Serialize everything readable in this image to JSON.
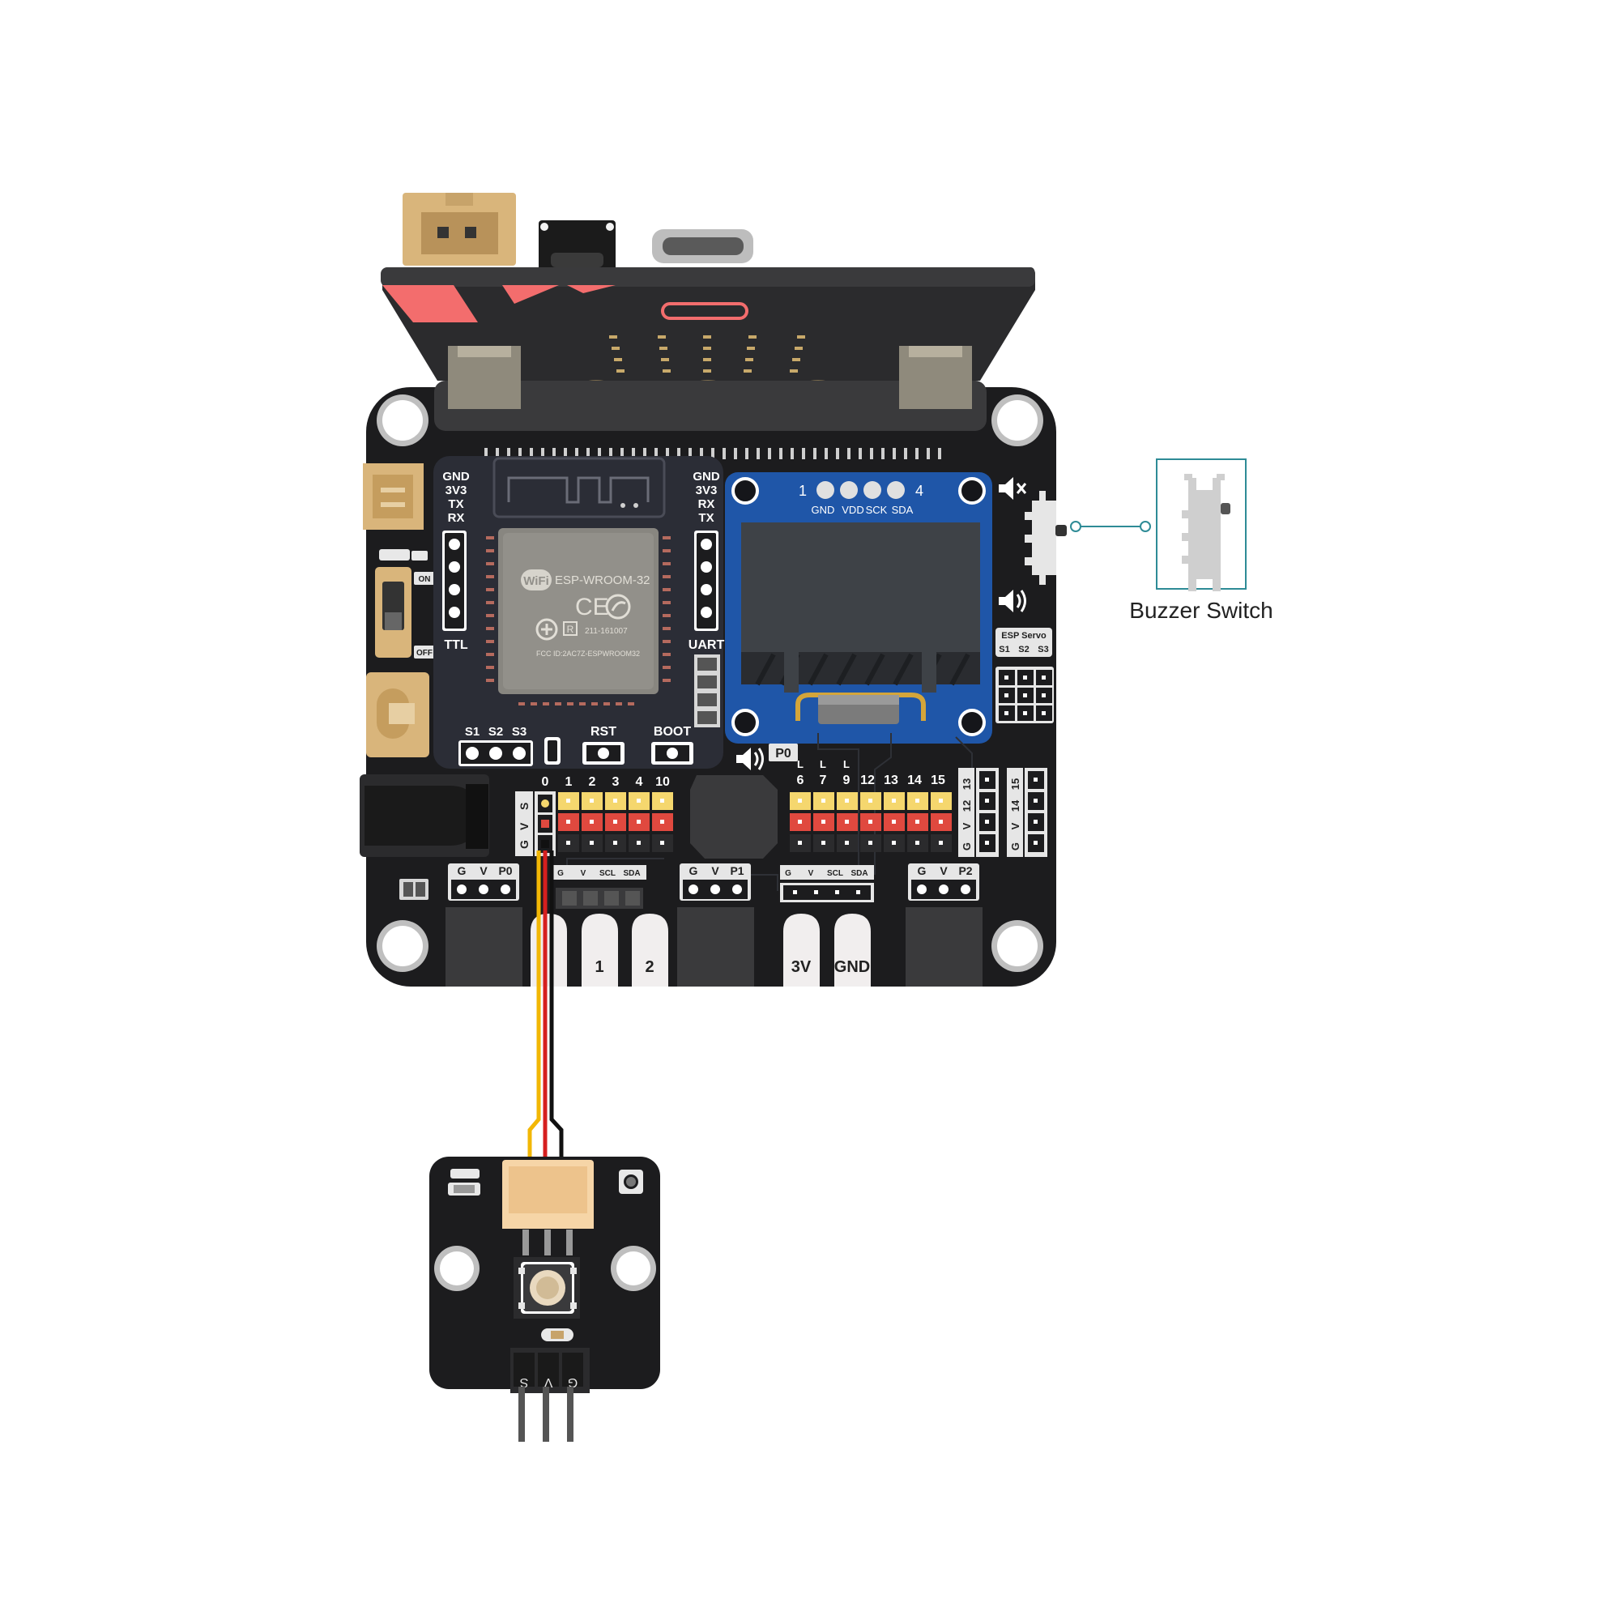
{
  "caption": {
    "buzzer_switch": "Buzzer Switch"
  },
  "module": {
    "chip_name": "ESP-WROOM-32",
    "wifi": "WiFi",
    "cert_code": "211-161007",
    "fcc": "FCC ID:2AC7Z-ESPWROOM32",
    "ce": "CE",
    "r_mark": "R"
  },
  "ttl": {
    "pins": [
      "GND",
      "3V3",
      "TX",
      "RX"
    ],
    "label": "TTL"
  },
  "uart": {
    "pins": [
      "GND",
      "3V3",
      "RX",
      "TX"
    ],
    "label": "UART"
  },
  "power_switch": {
    "on": "ON",
    "off": "OFF"
  },
  "buttons": {
    "s1": "S1",
    "s2": "S2",
    "s3": "S3",
    "rst": "RST",
    "boot": "BOOT"
  },
  "oled": {
    "pin_first": "1",
    "pin_last": "4",
    "pins": [
      "GND",
      "VDD",
      "SCK",
      "SDA"
    ]
  },
  "esp_servo": {
    "title": "ESP Servo",
    "s1": "S1",
    "s2": "S2",
    "s3": "S3"
  },
  "buzzer_label": "P0",
  "header_left": {
    "svg_labels": [
      "G",
      "V",
      "S"
    ],
    "numbers": [
      "0",
      "1",
      "2",
      "3",
      "4",
      "10"
    ]
  },
  "header_right": {
    "l_marks": [
      "L",
      "L",
      "L"
    ],
    "numbers": [
      "6",
      "7",
      "9",
      "12",
      "13",
      "14",
      "15"
    ],
    "side_a": [
      "13",
      "12",
      "V",
      "G"
    ],
    "side_b": [
      "15",
      "14",
      "V",
      "G"
    ]
  },
  "ports": {
    "p0": [
      "G",
      "V",
      "P0"
    ],
    "i2c_a": [
      "G",
      "V",
      "SCL",
      "SDA"
    ],
    "p1": [
      "G",
      "V",
      "P1"
    ],
    "i2c_b": [
      "G",
      "V",
      "SCL",
      "SDA"
    ],
    "p2": [
      "G",
      "V",
      "P2"
    ]
  },
  "edge_pads": [
    "1",
    "2",
    "3V",
    "GND"
  ],
  "sensor": {
    "pins": [
      "S",
      "V",
      "G"
    ]
  },
  "colors": {
    "board": "#1c1c1e",
    "microbit_accent": "#f36d6d",
    "wire_yellow": "#f2b705",
    "wire_red": "#d61f1f",
    "wire_black": "#111111",
    "header_yellow": "#f5d76e",
    "header_red": "#e0493f",
    "oled_pcb": "#1f56a8",
    "teal": "#2e8b96"
  }
}
